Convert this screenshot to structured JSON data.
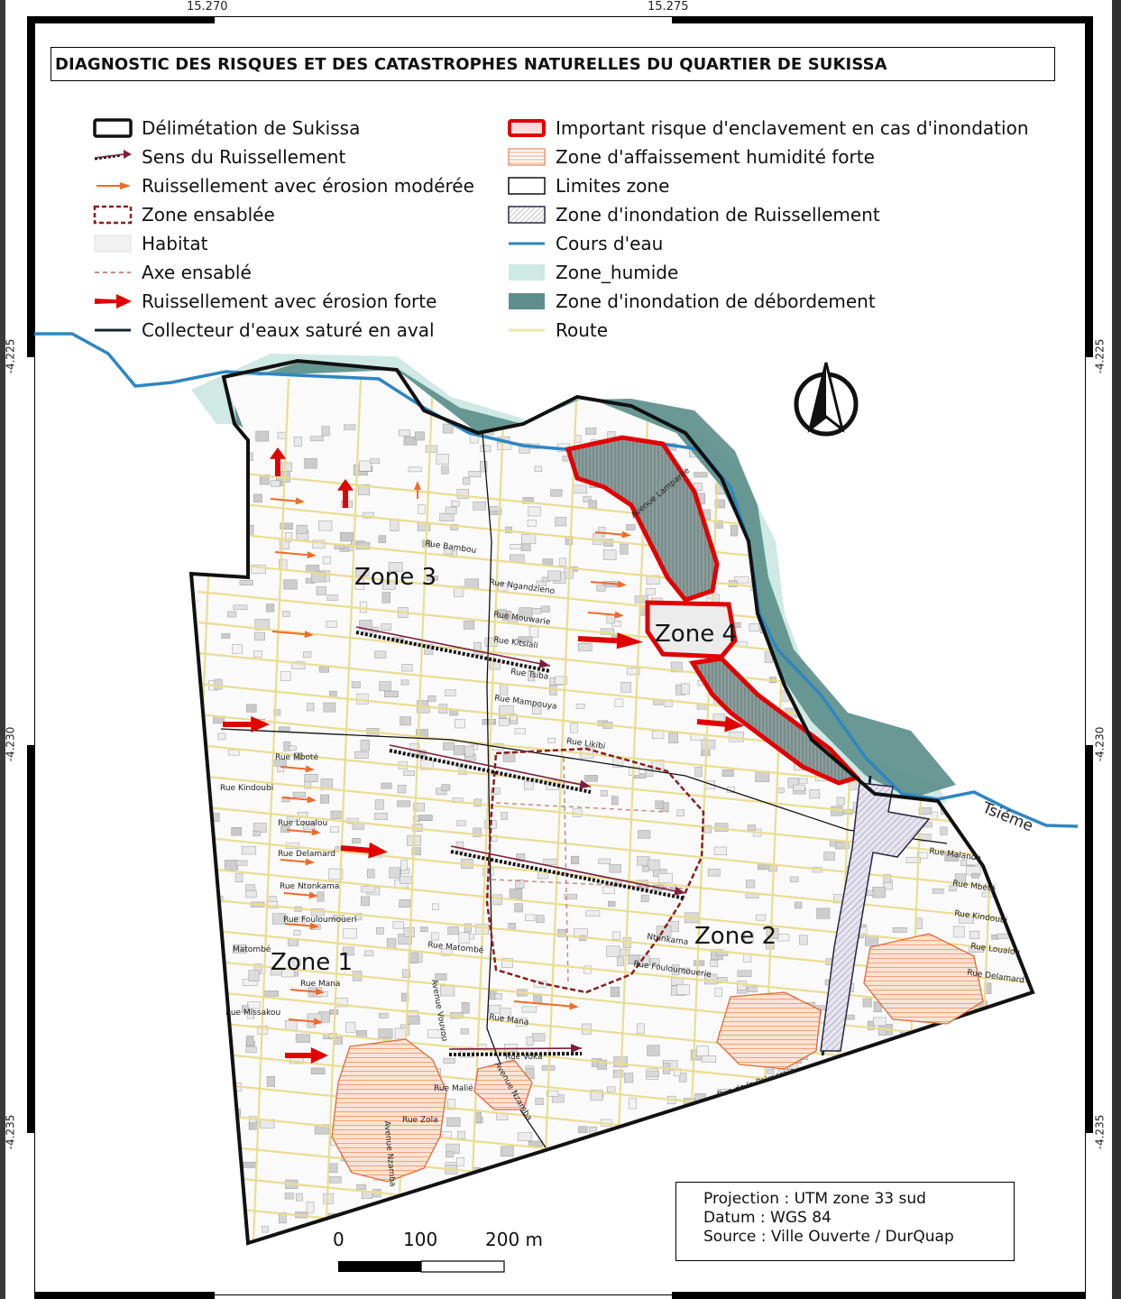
{
  "title": "DIAGNOSTIC DES RISQUES ET DES CATASTROPHES NATURELLES DU QUARTIER DE SUKISSA",
  "coords": {
    "top": [
      "15.270",
      "15.275"
    ],
    "left": [
      "-4.225",
      "-4.230",
      "-4.235"
    ],
    "right": [
      "-4.225",
      "-4.230",
      "-4.235"
    ]
  },
  "legend_left": [
    {
      "label": "Délimétation de Sukissa",
      "symbol": "thick-outline-box"
    },
    {
      "label": "Sens du Ruissellement",
      "symbol": "dashed-arrow"
    },
    {
      "label": "Ruissellement avec érosion modérée",
      "symbol": "small-orange-arrow"
    },
    {
      "label": "Zone ensablée",
      "symbol": "dashed-red-box"
    },
    {
      "label": "Habitat",
      "symbol": "light-grey-box"
    },
    {
      "label": "Axe ensablé",
      "symbol": "dashed-pink-line"
    },
    {
      "label": "Ruissellement avec érosion forte",
      "symbol": "big-red-arrow"
    },
    {
      "label": "Collecteur d'eaux saturé en aval",
      "symbol": "dark-line"
    }
  ],
  "legend_right": [
    {
      "label": "Important risque d'enclavement en cas d'inondation",
      "symbol": "red-thick-box"
    },
    {
      "label": "Zone d'affaissement humidité forte",
      "symbol": "orange-hatched-box"
    },
    {
      "label": "Limites zone",
      "symbol": "thin-outline-box"
    },
    {
      "label": "Zone d'inondation de Ruissellement",
      "symbol": "purple-hatched-box"
    },
    {
      "label": "Cours d'eau",
      "symbol": "blue-line"
    },
    {
      "label": "Zone_humide",
      "symbol": "light-teal-box"
    },
    {
      "label": "Zone d'inondation de débordement",
      "symbol": "dark-teal-box"
    },
    {
      "label": "Route",
      "symbol": "yellow-line"
    }
  ],
  "zones": [
    "Zone 1",
    "Zone 2",
    "Zone 3",
    "Zone 4"
  ],
  "river_label": "Tsiéme",
  "streets": [
    "Rue Bambou",
    "Rue Ngandzieno",
    "Rue Mouwarie",
    "Rue Kitsiali",
    "Rue Tsiba",
    "Rue Mampouya",
    "Rue Likibi",
    "Rue Mboté",
    "Rue Kindoubi",
    "Rue Loualou",
    "Rue Delamard",
    "Rue Ntonkama",
    "Rue Fouloumoueri",
    "Matombé",
    "Rue Mana",
    "Rue Missakou",
    "Rue Matombé",
    "Avenue Vouvou",
    "Rue Mana",
    "Rue Voka",
    "Rue Malié",
    "Rue Zola",
    "Avenue Nzamba",
    "Avenue Nzamba",
    "Ntonkama",
    "Rue Fouloumouerie",
    "Rue de la Palmeraie",
    "Rue Malanda",
    "Rue Mbété",
    "Rue Kindoubi",
    "Rue Loualou",
    "Rue Delamard",
    "Avenue Lamparée"
  ],
  "info": [
    "Projection : UTM zone 33 sud",
    "Datum : WGS 84",
    "Source : Ville Ouverte / DurQuap"
  ],
  "scale": [
    "0",
    "100",
    "200 m"
  ],
  "colors": {
    "river": "#2e86c1",
    "humid": "#cfe9e5",
    "flood": "#5d8f8c",
    "road": "#efe6a8",
    "red": "#e00000",
    "orange": "#f06a2a",
    "collector": "#152536",
    "boundary": "#111111"
  }
}
